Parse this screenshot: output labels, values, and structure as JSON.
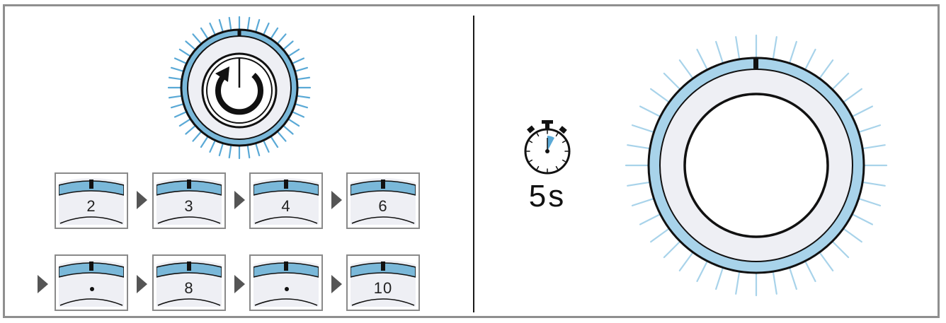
{
  "steps": [
    {
      "label": "2",
      "dot": false
    },
    {
      "label": "3",
      "dot": false
    },
    {
      "label": "4",
      "dot": false
    },
    {
      "label": "6",
      "dot": false
    },
    {
      "label": "",
      "dot": true
    },
    {
      "label": "8",
      "dot": false
    },
    {
      "label": "",
      "dot": true
    },
    {
      "label": "10",
      "dot": false
    }
  ],
  "timer": {
    "duration_text": "5s"
  },
  "colors": {
    "ring_blue": "#7ab8d9",
    "ray_blue": "#a8d3ea",
    "ray_blue_strong": "#5aa9d6",
    "knob_fill": "#eeeff4",
    "outline": "#111111",
    "frame": "#8f8f8f",
    "arrow": "#555555"
  },
  "icons": [
    "power-icon",
    "stopwatch-icon",
    "arrow-right-icon"
  ]
}
